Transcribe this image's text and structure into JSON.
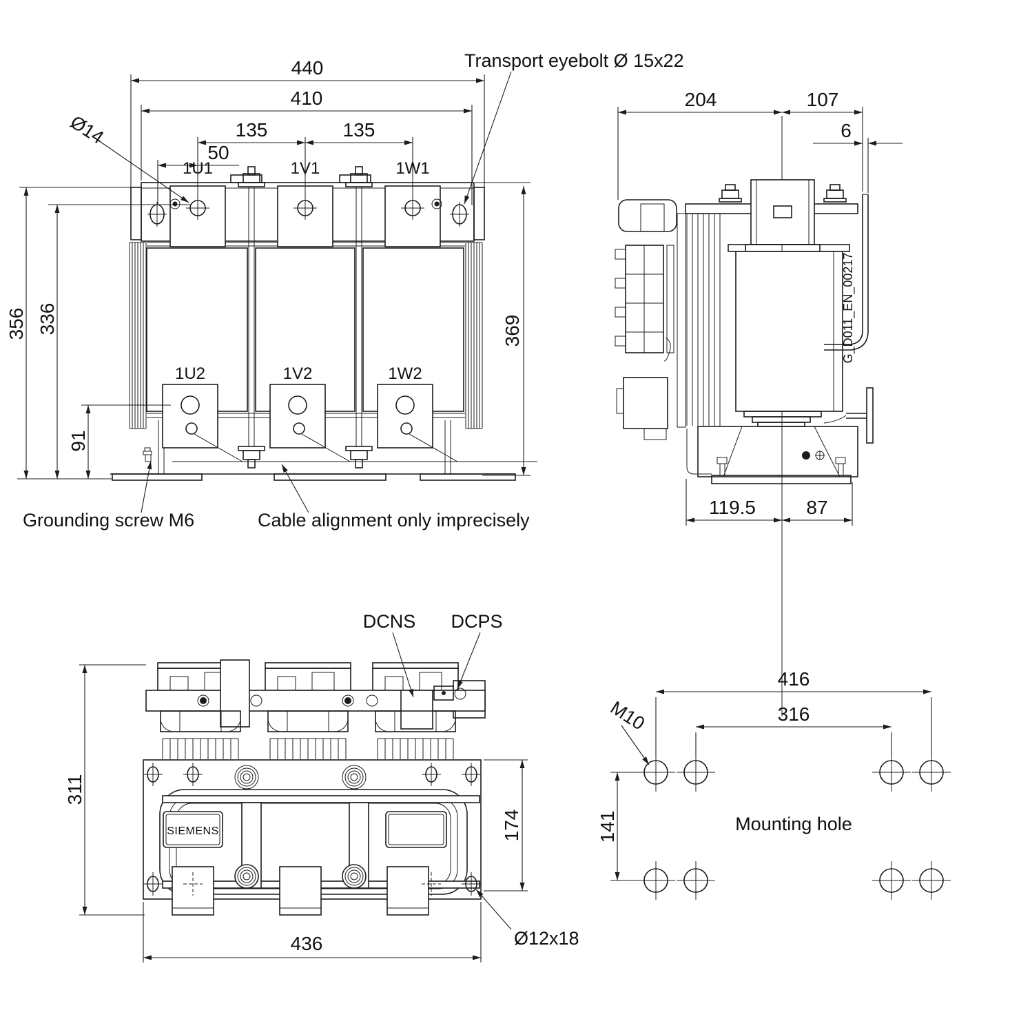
{
  "front": {
    "dim_440": "440",
    "dim_410": "410",
    "dim_135_left": "135",
    "dim_135_right": "135",
    "dim_50": "50",
    "dim_356": "356",
    "dim_336": "336",
    "dim_91": "91",
    "dim_369": "369",
    "hole_dia": "Ø14",
    "term_1u1": "1U1",
    "term_1v1": "1V1",
    "term_1w1": "1W1",
    "term_1u2": "1U2",
    "term_1v2": "1V2",
    "term_1w2": "1W2",
    "transport": "Transport eyebolt Ø 15x22",
    "grounding": "Grounding screw  M6",
    "cable": "Cable alignment only imprecisely"
  },
  "side": {
    "dim_204": "204",
    "dim_107": "107",
    "dim_6": "6",
    "dim_119_5": "119.5",
    "dim_87": "87",
    "code": "G_D011_EN_00217"
  },
  "top": {
    "dim_311": "311",
    "dim_174": "174",
    "dim_436": "436",
    "dcns": "DCNS",
    "dcps": "DCPS",
    "brand": "SIEMENS",
    "slot": "Ø12x18"
  },
  "mount": {
    "dim_416": "416",
    "dim_316": "316",
    "dim_141": "141",
    "thread": "M10",
    "caption": "Mounting hole"
  }
}
